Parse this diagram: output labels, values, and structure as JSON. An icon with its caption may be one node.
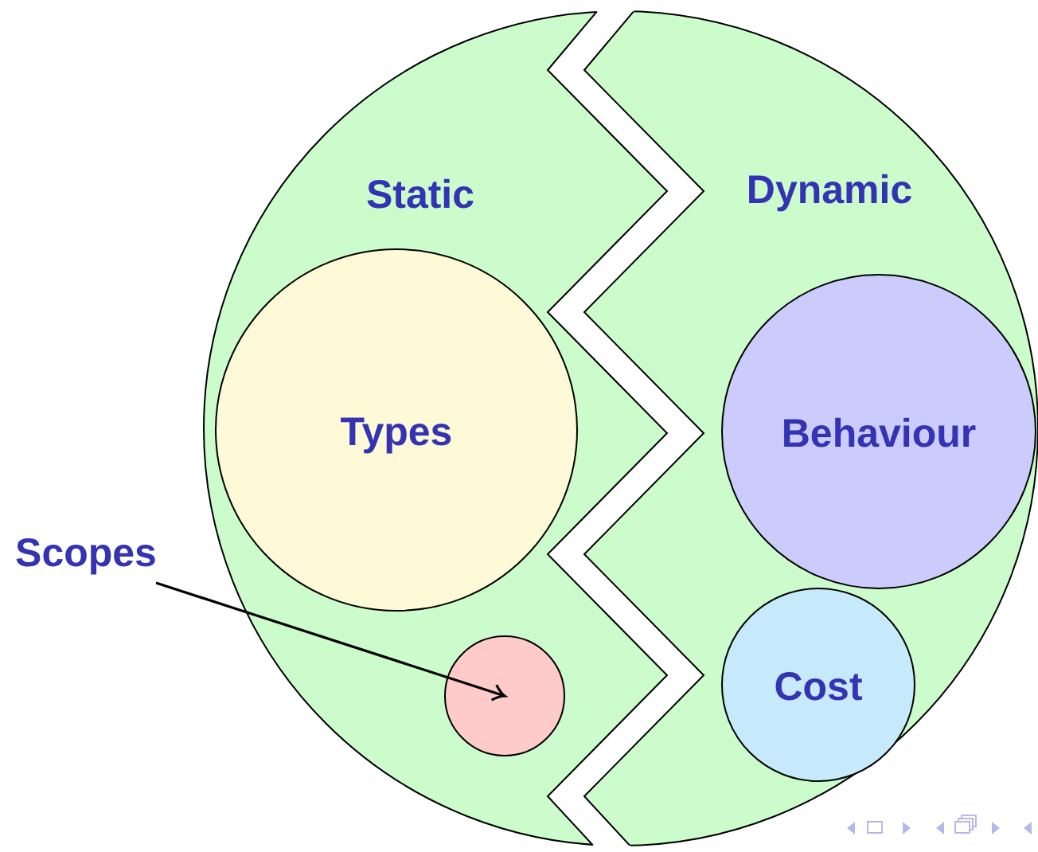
{
  "diagram": {
    "nodes": [
      {
        "text": [
          "Static"
        ]
      },
      {
        "text": [
          "Types"
        ],
        "in": 0
      },
      {
        "text": [],
        "shape": "circle",
        "in": 0
      },
      {
        "text": [
          "Dynamic"
        ]
      },
      {
        "text": [
          "Behaviour"
        ],
        "in": 3
      },
      {
        "text": [
          "Cost"
        ],
        "in": 3
      },
      {
        "text": [
          "Scopes"
        ]
      }
    ],
    "edges": [
      {
        "from": 6,
        "to": 2,
        "arrow": "to"
      }
    ]
  }
}
